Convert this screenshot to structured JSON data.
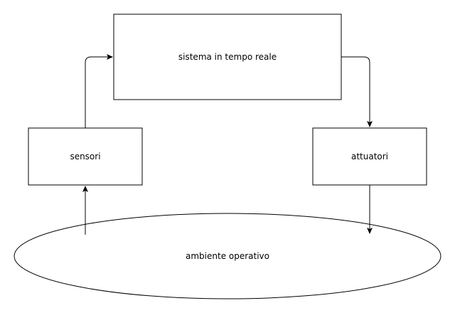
{
  "nodes": {
    "system": "sistema in tempo reale",
    "sensors": "sensori",
    "actuators": "attuatori",
    "environment": "ambiente operativo"
  },
  "colors": {
    "stroke": "#000000",
    "fill": "#ffffff"
  }
}
